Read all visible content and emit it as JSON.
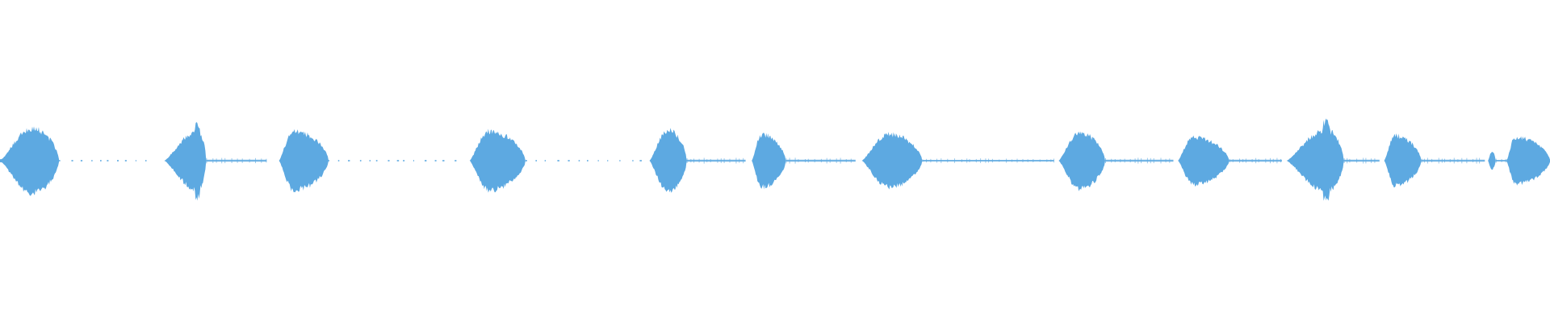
{
  "waveform": {
    "color": "#5DA9E1",
    "background": "#FFFFFF",
    "seed": 1337,
    "segments": [
      {
        "start": 0.0,
        "end": 0.038,
        "amplitude": 0.22,
        "attack": 0.55,
        "shape": "rise"
      },
      {
        "start": 0.106,
        "end": 0.133,
        "amplitude": 0.2,
        "attack": 0.8,
        "shape": "rise-spike"
      },
      {
        "start": 0.18,
        "end": 0.212,
        "amplitude": 0.2,
        "attack": 0.3,
        "shape": "blob"
      },
      {
        "start": 0.303,
        "end": 0.339,
        "amplitude": 0.2,
        "attack": 0.35,
        "shape": "blob"
      },
      {
        "start": 0.419,
        "end": 0.443,
        "amplitude": 0.21,
        "attack": 0.5,
        "shape": "blob"
      },
      {
        "start": 0.485,
        "end": 0.507,
        "amplitude": 0.18,
        "attack": 0.3,
        "shape": "blob"
      },
      {
        "start": 0.556,
        "end": 0.595,
        "amplitude": 0.18,
        "attack": 0.45,
        "shape": "blob"
      },
      {
        "start": 0.683,
        "end": 0.713,
        "amplitude": 0.19,
        "attack": 0.45,
        "shape": "blob"
      },
      {
        "start": 0.76,
        "end": 0.793,
        "amplitude": 0.16,
        "attack": 0.3,
        "shape": "blob"
      },
      {
        "start": 0.83,
        "end": 0.867,
        "amplitude": 0.21,
        "attack": 0.7,
        "shape": "rise-spike"
      },
      {
        "start": 0.893,
        "end": 0.917,
        "amplitude": 0.17,
        "attack": 0.3,
        "shape": "blob"
      },
      {
        "start": 0.96,
        "end": 0.965,
        "amplitude": 0.06,
        "attack": 0.5,
        "shape": "blob"
      },
      {
        "start": 0.972,
        "end": 1.0,
        "amplitude": 0.16,
        "attack": 0.2,
        "shape": "rise"
      }
    ],
    "quiet_runs": [
      {
        "start": 0.038,
        "end": 0.095,
        "level": 0.004,
        "dotted": true
      },
      {
        "start": 0.133,
        "end": 0.172,
        "level": 0.006,
        "dotted": false
      },
      {
        "start": 0.212,
        "end": 0.295,
        "level": 0.004,
        "dotted": true
      },
      {
        "start": 0.339,
        "end": 0.415,
        "level": 0.004,
        "dotted": true
      },
      {
        "start": 0.443,
        "end": 0.481,
        "level": 0.006,
        "dotted": false
      },
      {
        "start": 0.507,
        "end": 0.552,
        "level": 0.006,
        "dotted": false
      },
      {
        "start": 0.595,
        "end": 0.68,
        "level": 0.005,
        "dotted": false
      },
      {
        "start": 0.713,
        "end": 0.757,
        "level": 0.006,
        "dotted": false
      },
      {
        "start": 0.793,
        "end": 0.827,
        "level": 0.006,
        "dotted": false
      },
      {
        "start": 0.867,
        "end": 0.89,
        "level": 0.006,
        "dotted": false
      },
      {
        "start": 0.917,
        "end": 0.958,
        "level": 0.006,
        "dotted": false
      },
      {
        "start": 0.965,
        "end": 0.972,
        "level": 0.005,
        "dotted": false
      }
    ]
  }
}
